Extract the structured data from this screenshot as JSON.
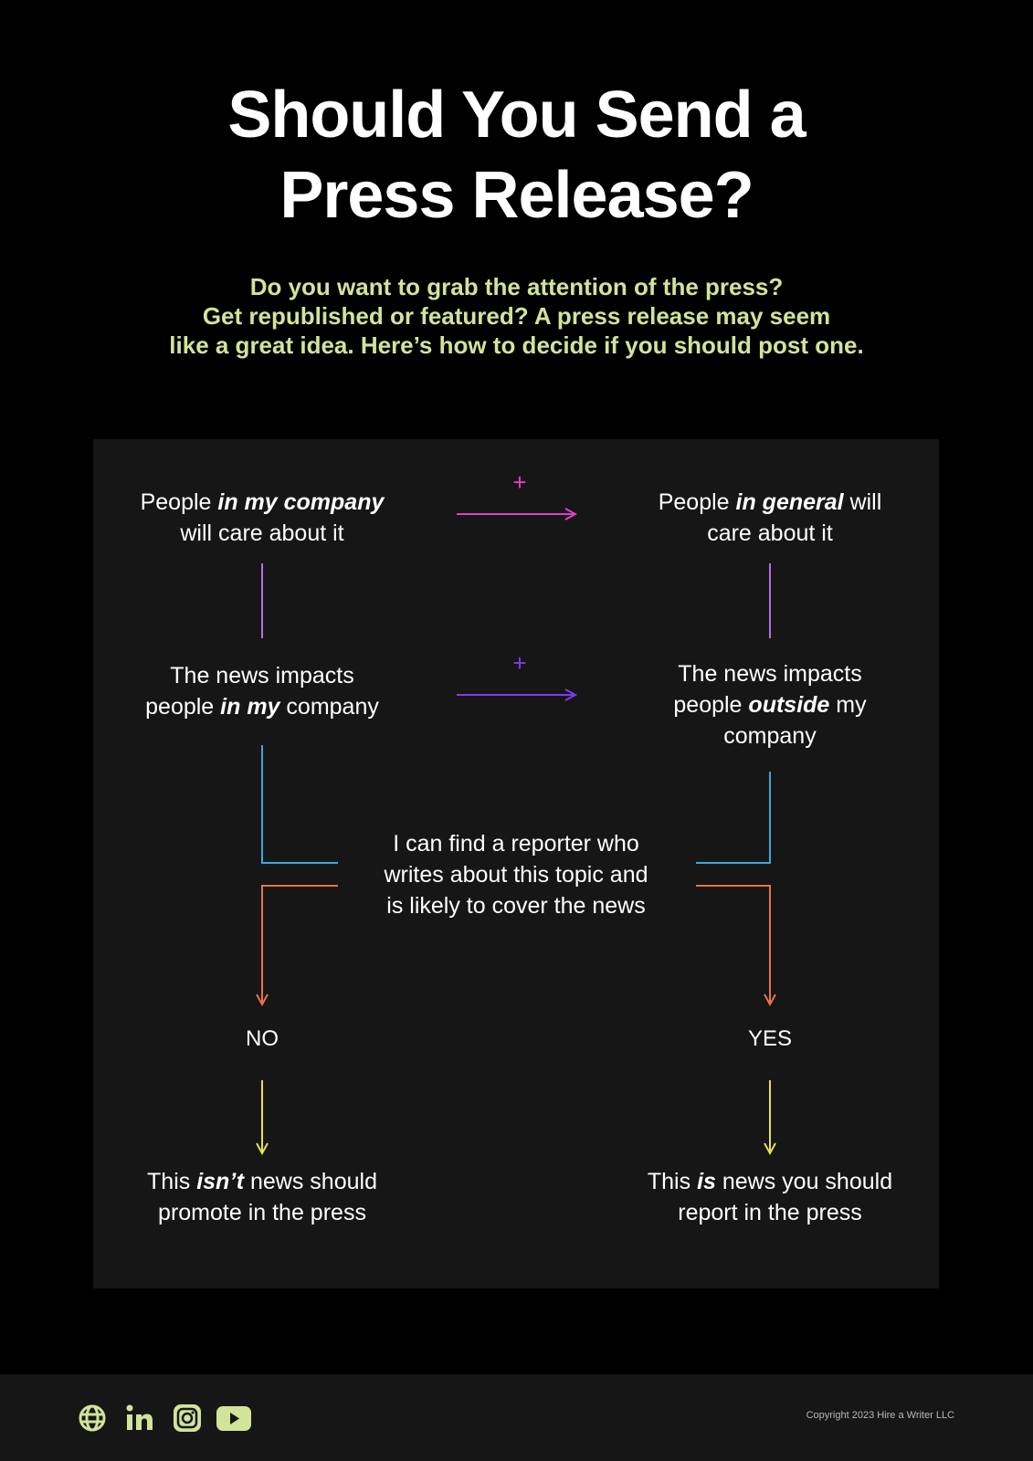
{
  "title": {
    "line1": "Should You Send a",
    "line2": "Press Release?"
  },
  "subtitle": {
    "line1": "Do you want to grab the attention of the press?",
    "line2": "Get republished or featured? A press release may seem",
    "line3": "like a great idea. Here’s how to decide if you should post one."
  },
  "flow": {
    "n1": {
      "a": "People ",
      "b": "in my company",
      "c": "will care about it"
    },
    "n2": {
      "a": "People ",
      "b": "in general",
      "c": " will",
      "d": "care about it"
    },
    "n3": {
      "a": "The news impacts",
      "b1": "people ",
      "b": "in my",
      "c": " company"
    },
    "n4": {
      "a": "The news impacts",
      "b1": "people ",
      "b": "outside",
      "c": " my",
      "d": "company"
    },
    "center": {
      "l1": "I can find a reporter who",
      "l2": "writes about this topic and",
      "l3": "is likely to cover the news"
    },
    "plus1": "+",
    "plus2": "+",
    "no": "NO",
    "yes": "YES",
    "r1": {
      "a": "This ",
      "b": "isn’t",
      "c": " news should",
      "d": "promote in the press"
    },
    "r2": {
      "a": "This ",
      "b": "is",
      "c": " news you should",
      "d": "report in the press"
    }
  },
  "colors": {
    "pink": "#e040c8",
    "purple": "#b76ee8",
    "violet": "#7b3df0",
    "cyan": "#3aa7e0",
    "orange": "#e8744a",
    "yellow": "#e8e04a",
    "accent": "#d2e39a"
  },
  "footer": {
    "icons": [
      "globe-icon",
      "linkedin-icon",
      "instagram-icon",
      "youtube-icon"
    ],
    "copyright": "Copyright 2023 Hire a Writer LLC"
  }
}
